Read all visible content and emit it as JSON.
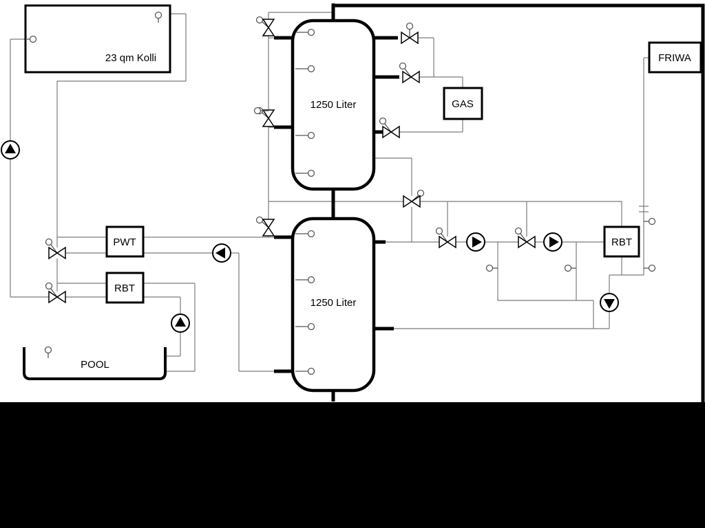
{
  "schematic": {
    "collector": {
      "label": "23 qm Kolli"
    },
    "buffer_tank_top": {
      "label": "1250 Liter"
    },
    "buffer_tank_bottom": {
      "label": "1250 Liter"
    },
    "pwt": {
      "label": "PWT"
    },
    "rbt_pool": {
      "label": "RBT"
    },
    "rbt_dhw": {
      "label": "RBT"
    },
    "pool": {
      "label": "POOL"
    },
    "gas_boiler": {
      "label": "GAS"
    },
    "friwa": {
      "label": "FRIWA"
    }
  },
  "icons": {
    "pump": "circle-with-solid-flow-triangle",
    "valve": "bowtie-with-actuator-circle",
    "temp_sensor": "small-open-circle"
  },
  "colors": {
    "pipe_thick": "#000000",
    "pipe_thin": "#7a7a7a",
    "background": "#ffffff",
    "footer_mask": "#000000",
    "component_fill": "#ffffff"
  }
}
